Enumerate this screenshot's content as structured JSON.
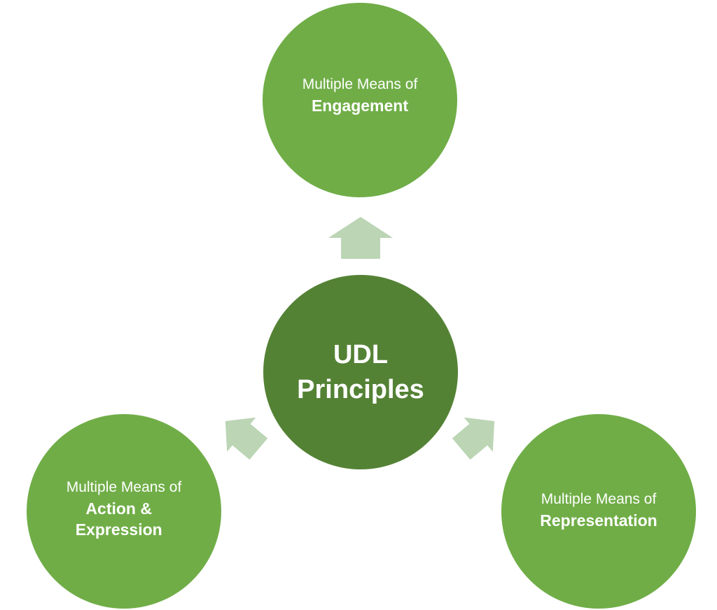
{
  "center": {
    "title": "UDL Principles"
  },
  "nodes": {
    "engagement": {
      "prefix": "Multiple Means of",
      "label": "Engagement"
    },
    "action_expression": {
      "prefix": "Multiple Means of",
      "label": "Action & Expression"
    },
    "representation": {
      "prefix": "Multiple Means of",
      "label": "Representation"
    }
  },
  "colors": {
    "outer_circle": "#70ad47",
    "center_circle": "#548235",
    "arrow": "#bcd5b5",
    "text": "#ffffff"
  }
}
